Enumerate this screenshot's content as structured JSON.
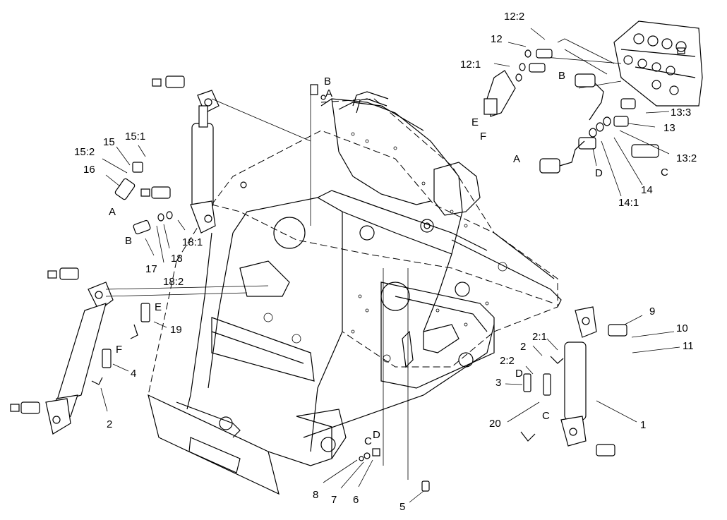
{
  "callouts": [
    {
      "id": "c-12-2",
      "text": "12:2"
    },
    {
      "id": "c-12",
      "text": "12"
    },
    {
      "id": "c-12-1",
      "text": "12:1"
    },
    {
      "id": "c-B-valve",
      "text": "B"
    },
    {
      "id": "c-E-valve",
      "text": "E"
    },
    {
      "id": "c-F-valve",
      "text": "F"
    },
    {
      "id": "c-13-3",
      "text": "13:3"
    },
    {
      "id": "c-13",
      "text": "13"
    },
    {
      "id": "c-13-2",
      "text": "13:2"
    },
    {
      "id": "c-A-valve",
      "text": "A"
    },
    {
      "id": "c-D-valve",
      "text": "D"
    },
    {
      "id": "c-14",
      "text": "14"
    },
    {
      "id": "c-C-valve",
      "text": "C"
    },
    {
      "id": "c-14-1",
      "text": "14:1"
    },
    {
      "id": "c-B-top",
      "text": "B"
    },
    {
      "id": "c-A-top",
      "text": "A"
    },
    {
      "id": "c-15",
      "text": "15"
    },
    {
      "id": "c-15-1",
      "text": "15:1"
    },
    {
      "id": "c-15-2",
      "text": "15:2"
    },
    {
      "id": "c-16",
      "text": "16"
    },
    {
      "id": "c-A-left",
      "text": "A"
    },
    {
      "id": "c-B-left",
      "text": "B"
    },
    {
      "id": "c-17",
      "text": "17"
    },
    {
      "id": "c-18",
      "text": "18"
    },
    {
      "id": "c-18-1",
      "text": "18:1"
    },
    {
      "id": "c-18-2",
      "text": "18:2"
    },
    {
      "id": "c-E-left",
      "text": "E"
    },
    {
      "id": "c-19",
      "text": "19"
    },
    {
      "id": "c-F-left",
      "text": "F"
    },
    {
      "id": "c-4",
      "text": "4"
    },
    {
      "id": "c-2-left",
      "text": "2"
    },
    {
      "id": "c-9",
      "text": "9"
    },
    {
      "id": "c-10",
      "text": "10"
    },
    {
      "id": "c-11",
      "text": "11"
    },
    {
      "id": "c-2-1",
      "text": "2:1"
    },
    {
      "id": "c-2-right",
      "text": "2"
    },
    {
      "id": "c-2-2",
      "text": "2:2"
    },
    {
      "id": "c-D-right",
      "text": "D"
    },
    {
      "id": "c-3",
      "text": "3"
    },
    {
      "id": "c-C-right",
      "text": "C"
    },
    {
      "id": "c-20",
      "text": "20"
    },
    {
      "id": "c-1",
      "text": "1"
    },
    {
      "id": "c-C-bottom",
      "text": "C"
    },
    {
      "id": "c-D-bottom",
      "text": "D"
    },
    {
      "id": "c-8",
      "text": "8"
    },
    {
      "id": "c-7",
      "text": "7"
    },
    {
      "id": "c-6",
      "text": "6"
    },
    {
      "id": "c-5",
      "text": "5"
    }
  ]
}
